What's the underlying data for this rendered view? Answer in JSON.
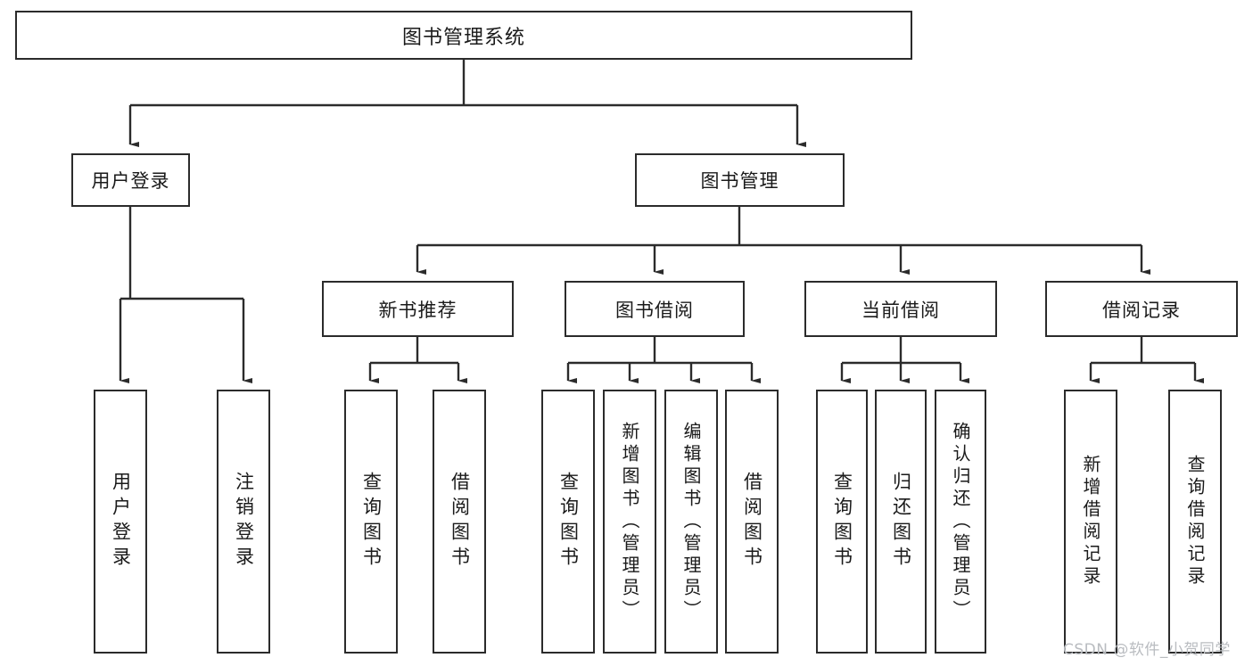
{
  "diagram": {
    "type": "tree",
    "title": "图书管理系统",
    "root": {
      "label": "图书管理系统"
    },
    "level2": [
      {
        "label": "用户登录"
      },
      {
        "label": "图书管理"
      }
    ],
    "level3": [
      {
        "label": "新书推荐"
      },
      {
        "label": "图书借阅"
      },
      {
        "label": "当前借阅"
      },
      {
        "label": "借阅记录"
      }
    ],
    "leaves": {
      "user_login": [
        {
          "label": "用户登录"
        },
        {
          "label": "注销登录"
        }
      ],
      "new_book_recommend": [
        {
          "label": "查询图书"
        },
        {
          "label": "借阅图书"
        }
      ],
      "book_borrow": [
        {
          "label": "查询图书"
        },
        {
          "label": "新增图书（管理员）"
        },
        {
          "label": "编辑图书（管理员）"
        },
        {
          "label": "借阅图书"
        }
      ],
      "current_borrow": [
        {
          "label": "查询图书"
        },
        {
          "label": "归还图书"
        },
        {
          "label": "确认归还（管理员）"
        }
      ],
      "borrow_record": [
        {
          "label": "新增借阅记录"
        },
        {
          "label": "查询借阅记录"
        }
      ]
    }
  },
  "watermark": {
    "text": "CSDN @软件_小贺同学"
  },
  "colors": {
    "border": "#2b2b2b",
    "text": "#1a1a1a",
    "background": "#ffffff",
    "watermark": "#b9bcc0"
  }
}
